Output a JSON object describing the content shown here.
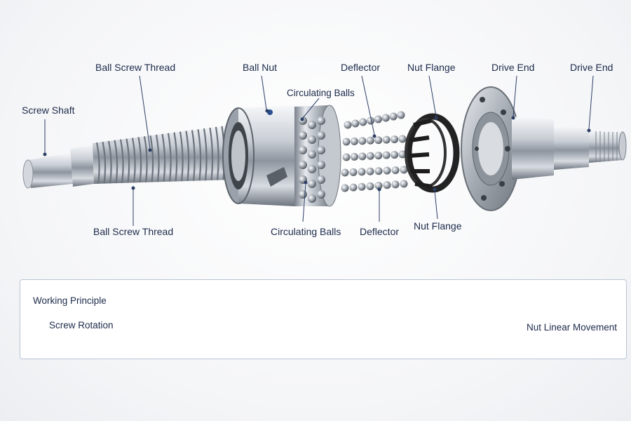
{
  "labels": {
    "screw_shaft": "Screw Shaft",
    "ball_screw_thread_top": "Ball Screw Thread",
    "ball_nut": "Ball Nut",
    "circulating_balls_top": "Circulating Balls",
    "deflector_top": "Deflector",
    "nut_flange_top": "Nut Flange",
    "drive_end_1": "Drive End",
    "drive_end_2": "Drive End",
    "ball_screw_thread_bottom": "Ball Screw Thread",
    "circulating_balls_bottom": "Circulating Balls",
    "deflector_bottom": "Deflector",
    "nut_flange_bottom": "Nut Flange"
  },
  "principle": {
    "title": "Working Principle",
    "rotation": "Screw Rotation",
    "movement": "Nut Linear Movement"
  },
  "colors": {
    "label_text": "#1c2a4a",
    "leader_line": "#2c3e64",
    "accent_arrow": "#2266b8",
    "steel_light": "#e9edf2",
    "steel_dark": "#6c737d",
    "deflector_black": "#222222"
  },
  "icons": {
    "rotation": "rotation-arrow-icon",
    "direction": "right-arrow-icon"
  }
}
